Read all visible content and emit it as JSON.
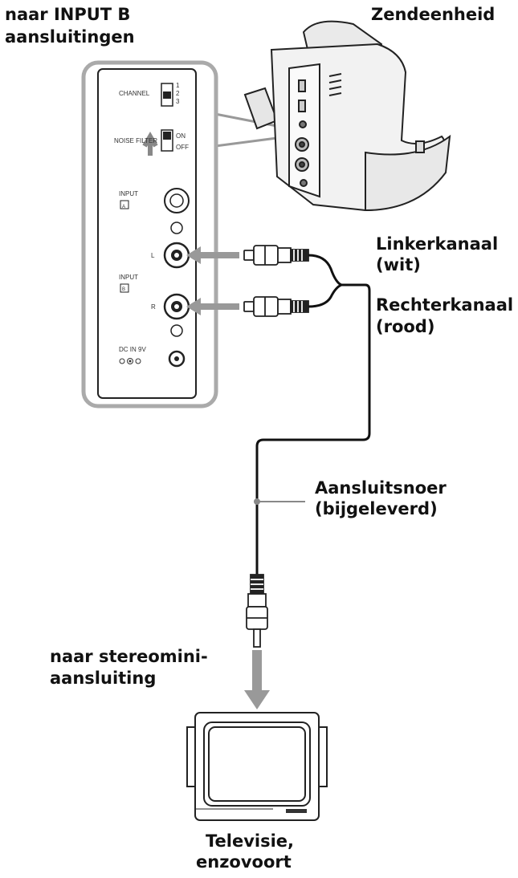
{
  "labels": {
    "input_b_line1": "naar INPUT B",
    "input_b_line2": "aansluitingen",
    "transmitter": "Zendeenheid",
    "left_channel_line1": "Linkerkanaal",
    "left_channel_line2": "(wit)",
    "right_channel_line1": "Rechterkanaal",
    "right_channel_line2": "(rood)",
    "cable_line1": "Aansluitsnoer",
    "cable_line2": "(bijgeleverd)",
    "stereo_mini_line1": "naar stereomini-",
    "stereo_mini_line2": "aansluiting",
    "tv_line1": "Televisie,",
    "tv_line2": "enzovoort"
  },
  "panel": {
    "channel": "CHANNEL",
    "channel_1": "1",
    "channel_2": "2",
    "channel_3": "3",
    "noise_filter": "NOISE FILTER",
    "on": "ON",
    "off": "OFF",
    "input_a": "INPUT",
    "input_a_letter": "A",
    "jack_l": "L",
    "input_b": "INPUT",
    "input_b_letter": "B",
    "jack_r": "R",
    "dc_in": "DC IN 9V"
  }
}
